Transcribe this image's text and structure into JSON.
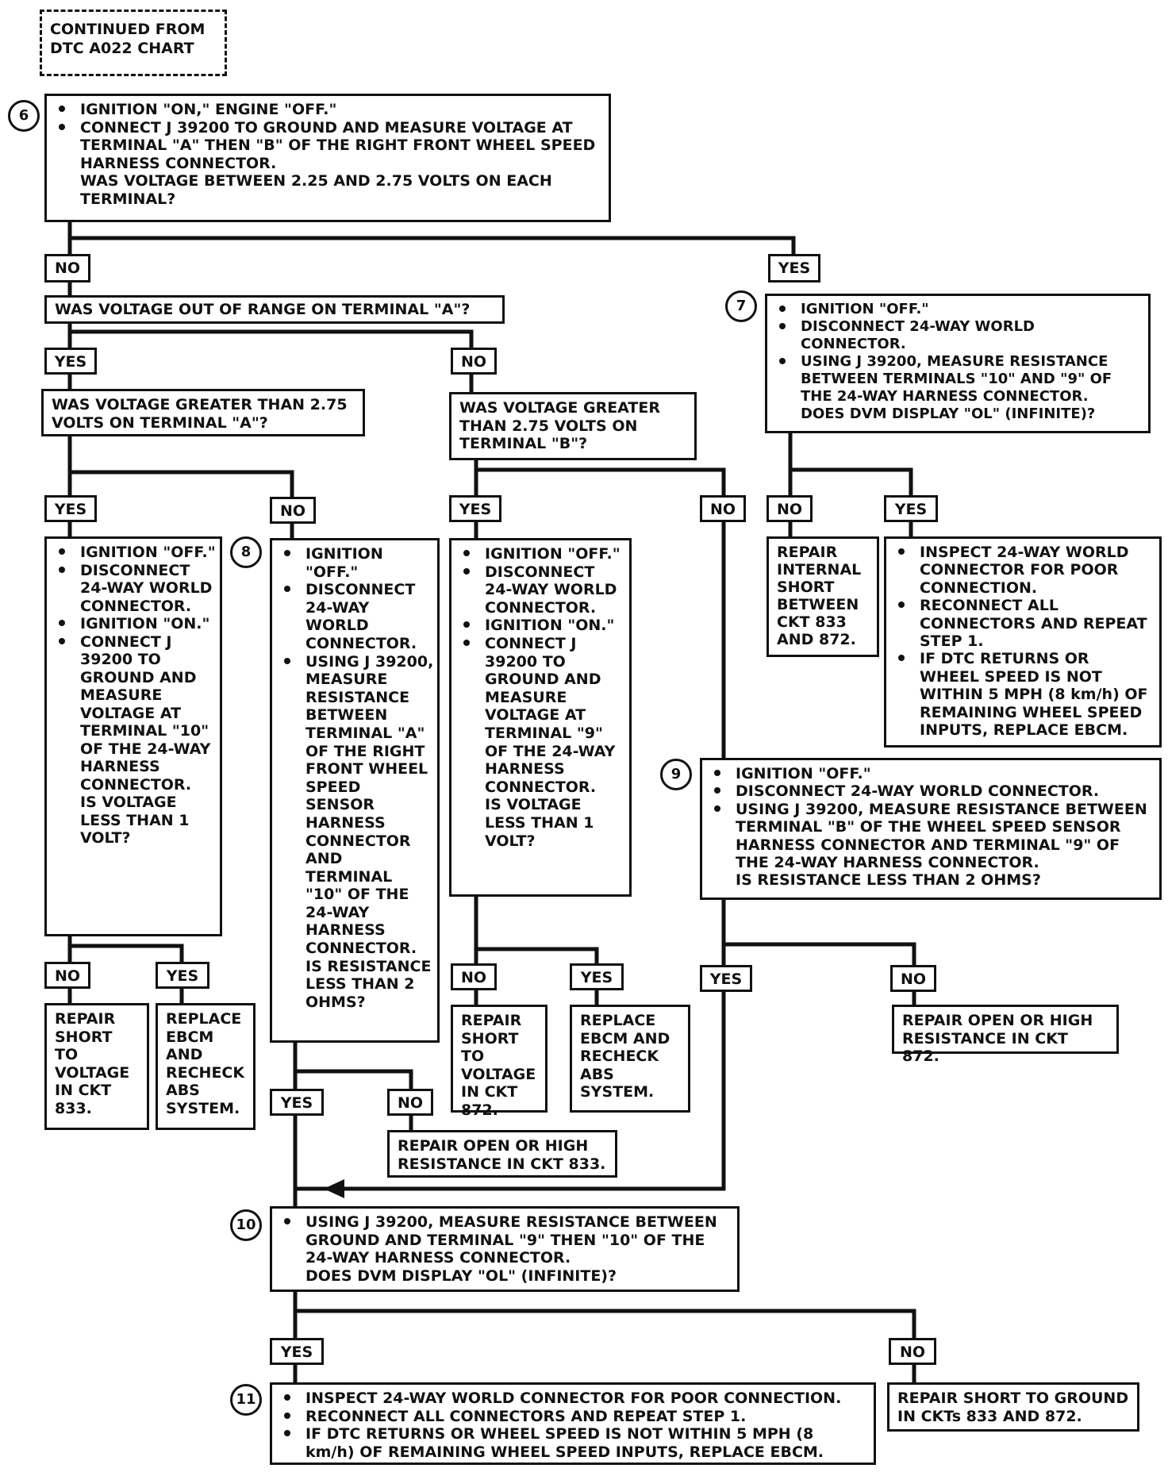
{
  "start": {
    "text": "CONTINUED FROM DTC A022 CHART"
  },
  "labels": {
    "yes": "YES",
    "no": "NO"
  },
  "steps": {
    "s6": {
      "number": "6",
      "items": [
        "IGNITION \"ON,\" ENGINE \"OFF.\"",
        "CONNECT J 39200 TO GROUND AND MEASURE VOLTAGE AT TERMINAL \"A\" THEN \"B\" OF THE RIGHT FRONT WHEEL SPEED HARNESS CONNECTOR."
      ],
      "question": "WAS VOLTAGE BETWEEN 2.25 AND 2.75 VOLTS ON EACH TERMINAL?"
    },
    "s7": {
      "number": "7",
      "items": [
        "IGNITION \"OFF.\"",
        "DISCONNECT 24-WAY WORLD CONNECTOR.",
        "USING J 39200, MEASURE RESISTANCE BETWEEN TERMINALS \"10\" AND \"9\" OF THE 24-WAY HARNESS CONNECTOR."
      ],
      "question": "DOES DVM DISPLAY \"OL\" (INFINITE)?"
    },
    "s8": {
      "number": "8",
      "items": [
        "IGNITION \"OFF.\"",
        "DISCONNECT 24-WAY WORLD CONNECTOR.",
        "USING J 39200, MEASURE RESISTANCE BETWEEN TERMINAL \"A\" OF THE RIGHT FRONT WHEEL SPEED SENSOR HARNESS CONNECTOR AND TERMINAL \"10\" OF THE 24-WAY HARNESS CONNECTOR."
      ],
      "question": "IS RESISTANCE LESS THAN 2 OHMS?"
    },
    "s9": {
      "number": "9",
      "items": [
        "IGNITION \"OFF.\"",
        "DISCONNECT 24-WAY WORLD CONNECTOR.",
        "USING J 39200, MEASURE RESISTANCE BETWEEN TERMINAL \"B\" OF THE WHEEL SPEED SENSOR HARNESS CONNECTOR AND TERMINAL \"9\" OF THE 24-WAY HARNESS CONNECTOR."
      ],
      "question": "IS RESISTANCE LESS THAN 2 OHMS?"
    },
    "s10": {
      "number": "10",
      "items": [
        "USING J 39200, MEASURE RESISTANCE BETWEEN GROUND AND TERMINAL \"9\" THEN \"10\" OF THE 24-WAY HARNESS CONNECTOR."
      ],
      "question": "DOES DVM DISPLAY \"OL\" (INFINITE)?"
    },
    "s11": {
      "number": "11",
      "items": [
        "INSPECT 24-WAY WORLD CONNECTOR FOR POOR CONNECTION.",
        "RECONNECT ALL CONNECTORS AND REPEAT STEP 1.",
        "IF DTC RETURNS OR WHEEL SPEED IS NOT WITHIN 5 MPH (8 km/h) OF REMAINING WHEEL SPEED INPUTS, REPLACE EBCM."
      ]
    }
  },
  "questions": {
    "termA_out": "WAS VOLTAGE OUT OF RANGE ON TERMINAL \"A\"?",
    "termA_gt": "WAS VOLTAGE GREATER THAN 2.75 VOLTS ON TERMINAL \"A\"?",
    "termB_gt": "WAS VOLTAGE GREATER THAN 2.75 VOLTS ON TERMINAL \"B\"?"
  },
  "checks": {
    "a_low": {
      "items": [
        "IGNITION \"OFF.\"",
        "DISCONNECT 24-WAY WORLD CONNECTOR.",
        "IGNITION \"ON.\"",
        "CONNECT J 39200 TO GROUND AND MEASURE VOLTAGE AT TERMINAL \"10\" OF THE 24-WAY HARNESS CONNECTOR."
      ],
      "question": "IS VOLTAGE LESS THAN 1 VOLT?"
    },
    "b_high": {
      "items": [
        "IGNITION \"OFF.\"",
        "DISCONNECT 24-WAY WORLD CONNECTOR.",
        "IGNITION \"ON.\"",
        "CONNECT J 39200 TO GROUND AND MEASURE VOLTAGE AT TERMINAL \"9\" OF THE 24-WAY HARNESS CONNECTOR."
      ],
      "question": "IS VOLTAGE LESS THAN 1 VOLT?"
    },
    "s7_yes": {
      "items": [
        "INSPECT 24-WAY WORLD CONNECTOR FOR POOR CONNECTION.",
        "RECONNECT ALL CONNECTORS AND REPEAT STEP 1.",
        "IF DTC RETURNS OR WHEEL SPEED IS NOT WITHIN 5 MPH (8 km/h) OF REMAINING WHEEL SPEED INPUTS, REPLACE EBCM."
      ]
    }
  },
  "results": {
    "r1": "REPAIR SHORT TO VOLTAGE IN CKT 833.",
    "r2": "REPLACE EBCM AND RECHECK ABS SYSTEM.",
    "r3": "REPAIR SHORT TO VOLTAGE IN CKT 872.",
    "r4": "REPLACE EBCM AND RECHECK ABS SYSTEM.",
    "r5": "REPAIR INTERNAL SHORT BETWEEN CKT 833 AND 872.",
    "r6": "REPAIR OPEN OR HIGH RESISTANCE IN CKT 833.",
    "r7": "REPAIR OPEN OR HIGH RESISTANCE IN CKT 872.",
    "r8": "REPAIR SHORT TO GROUND IN CKTs 833 AND 872."
  }
}
